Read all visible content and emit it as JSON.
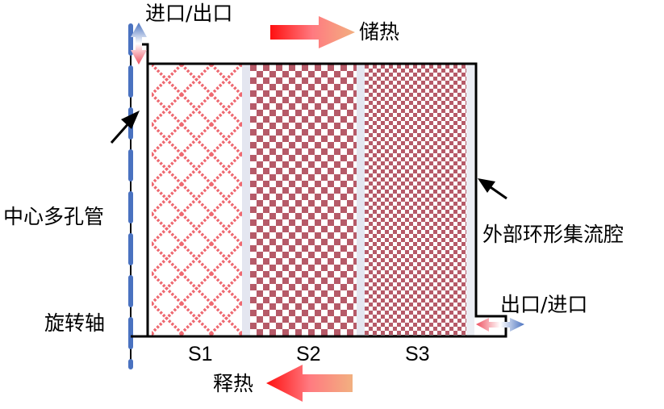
{
  "labels": {
    "inlet_outlet_top": "进口/出口",
    "heat_storage": "储热",
    "central_porous_tube": "中心多孔管",
    "rotation_axis": "旋转轴",
    "outer_annular_chamber": "外部环形集流腔",
    "outlet_inlet_bottom": "出口/进口",
    "heat_release": "释热"
  },
  "sections": [
    "S1",
    "S2",
    "S3"
  ],
  "colors": {
    "s1_pattern": "#ee6870",
    "s2_s3_pattern": "#b65a68",
    "axis_blue": "#4a72c0",
    "arrow_red": "#ff1a1a",
    "arrow_orange": "#f2b080"
  }
}
